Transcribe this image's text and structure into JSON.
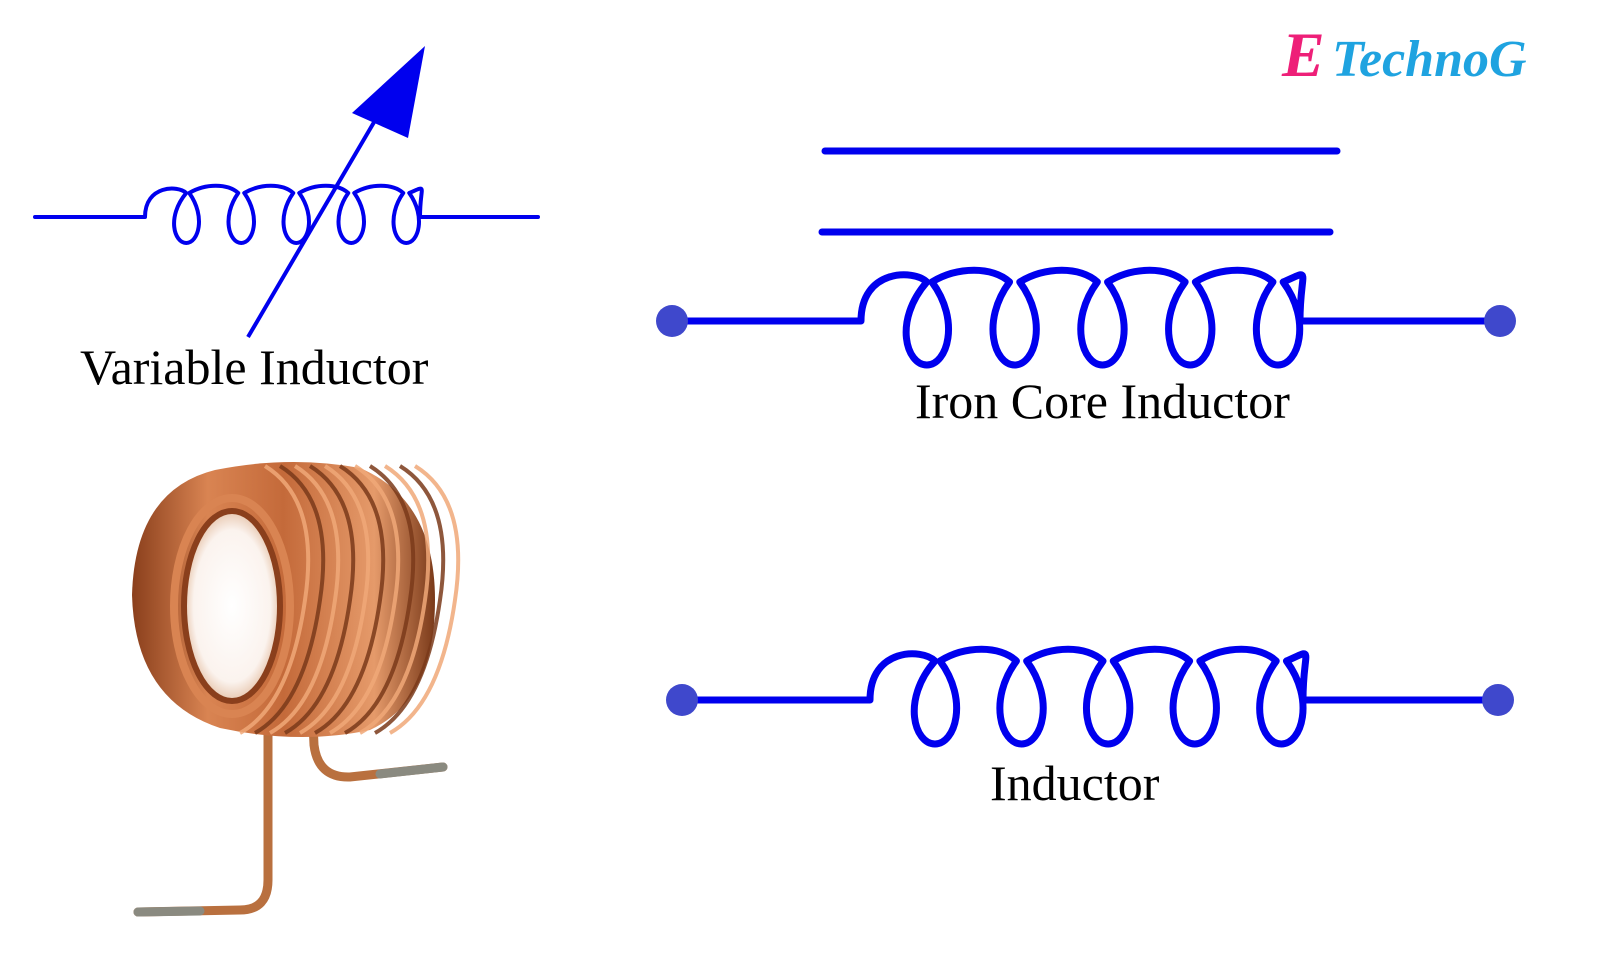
{
  "labels": {
    "variable": "Variable Inductor",
    "iron_core": "Iron Core Inductor",
    "inductor": "Inductor"
  },
  "logo": {
    "initial": "E",
    "rest": "TechnoG"
  },
  "colors": {
    "symbol": "#0000ee",
    "terminal": "#3f48cc",
    "logo_initial": "#ee1f78",
    "logo_rest": "#1fa3e0",
    "copper": "#c46a3a",
    "copper_highlight": "#f0a878",
    "copper_shadow": "#7a3a1a",
    "lead_tip": "#8a8a80"
  },
  "icons": {
    "variable_inductor": "variable-inductor-symbol",
    "iron_core_inductor": "iron-core-inductor-symbol",
    "inductor": "inductor-symbol",
    "photo": "copper-coil-photo"
  }
}
